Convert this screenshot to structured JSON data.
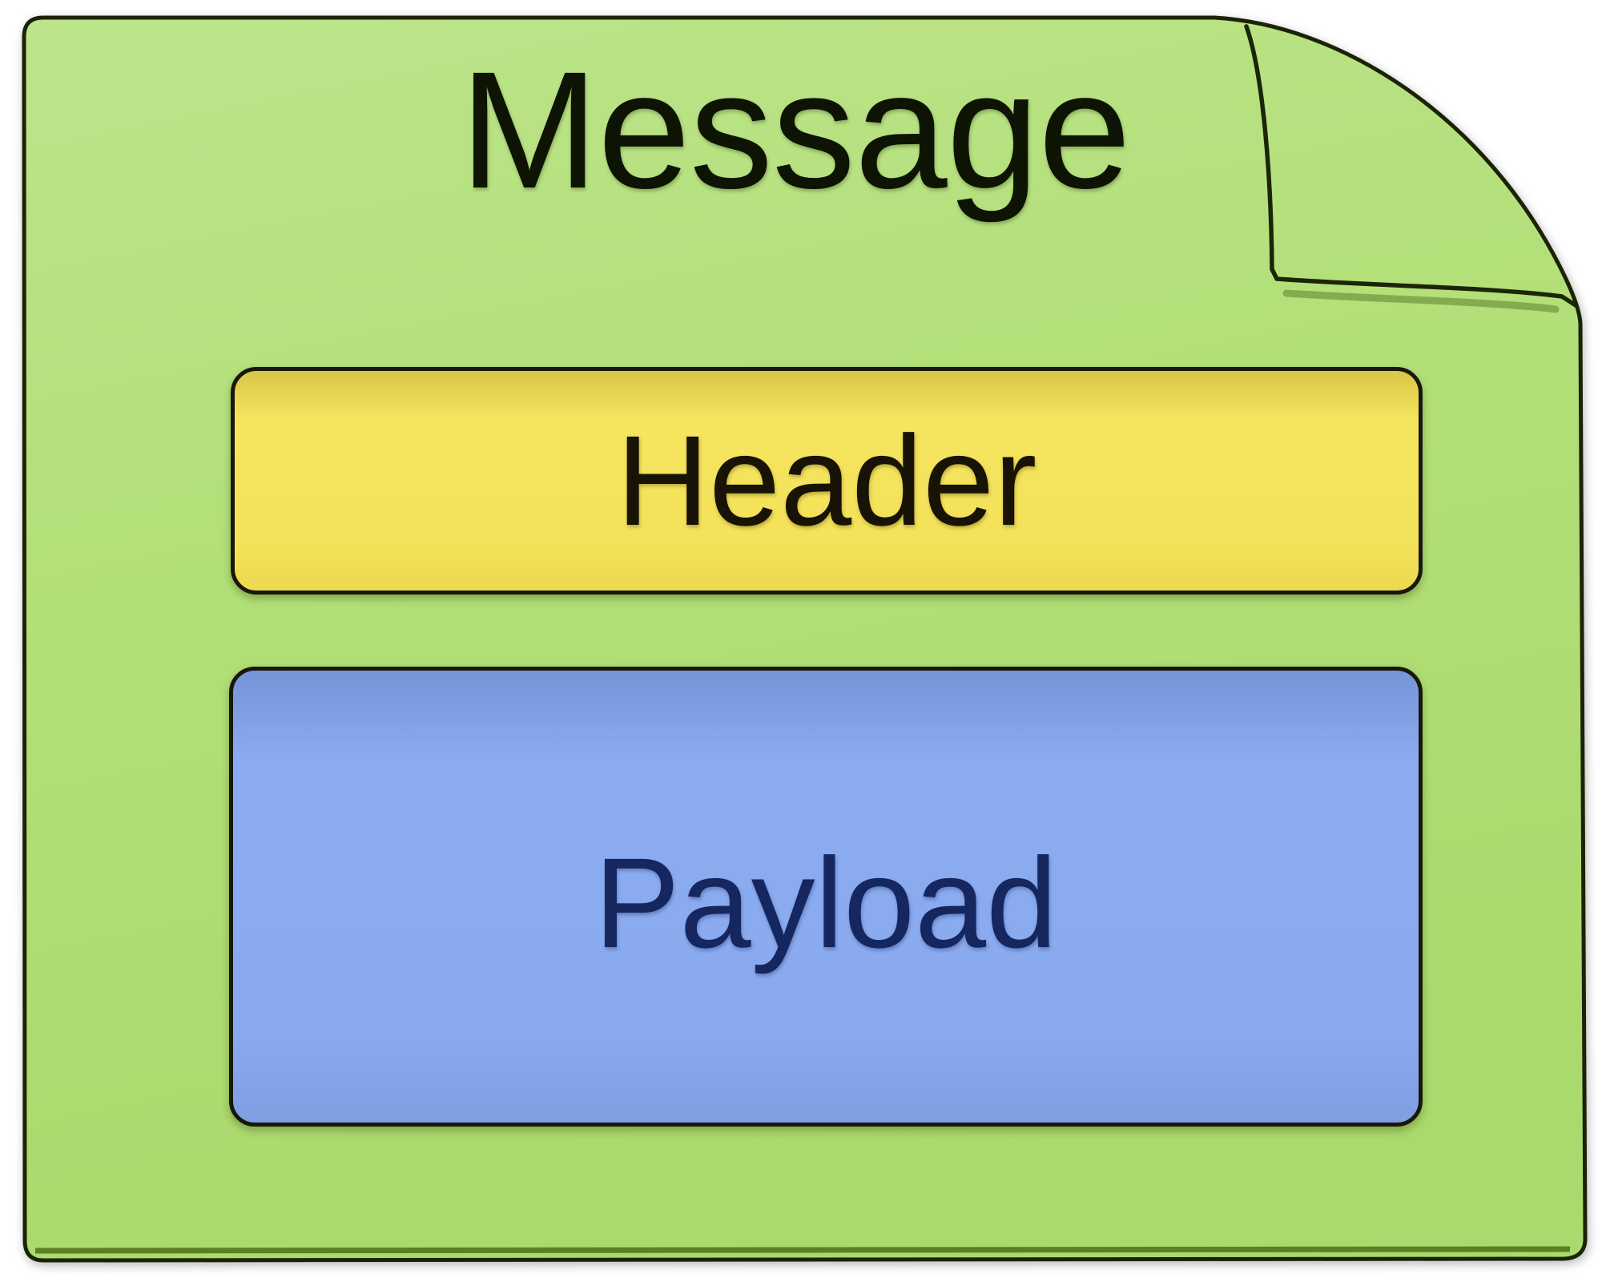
{
  "diagram": {
    "title": "Message",
    "document": {
      "label": "Message",
      "shape": "note-with-folded-corner",
      "fill": "#b4e07a",
      "outline": "#1b2306"
    },
    "sections": [
      {
        "id": "header",
        "label": "Header",
        "fill": "#f4e25a",
        "text_color": "#181305",
        "outline": "#18180a"
      },
      {
        "id": "payload",
        "label": "Payload",
        "fill": "#89aaef",
        "text_color": "#16265e",
        "outline": "#18180a"
      }
    ],
    "colors": {
      "background": "#ffffff",
      "title_text": "#0e1404",
      "bottom_edge_accent": "#4f6f17"
    }
  }
}
